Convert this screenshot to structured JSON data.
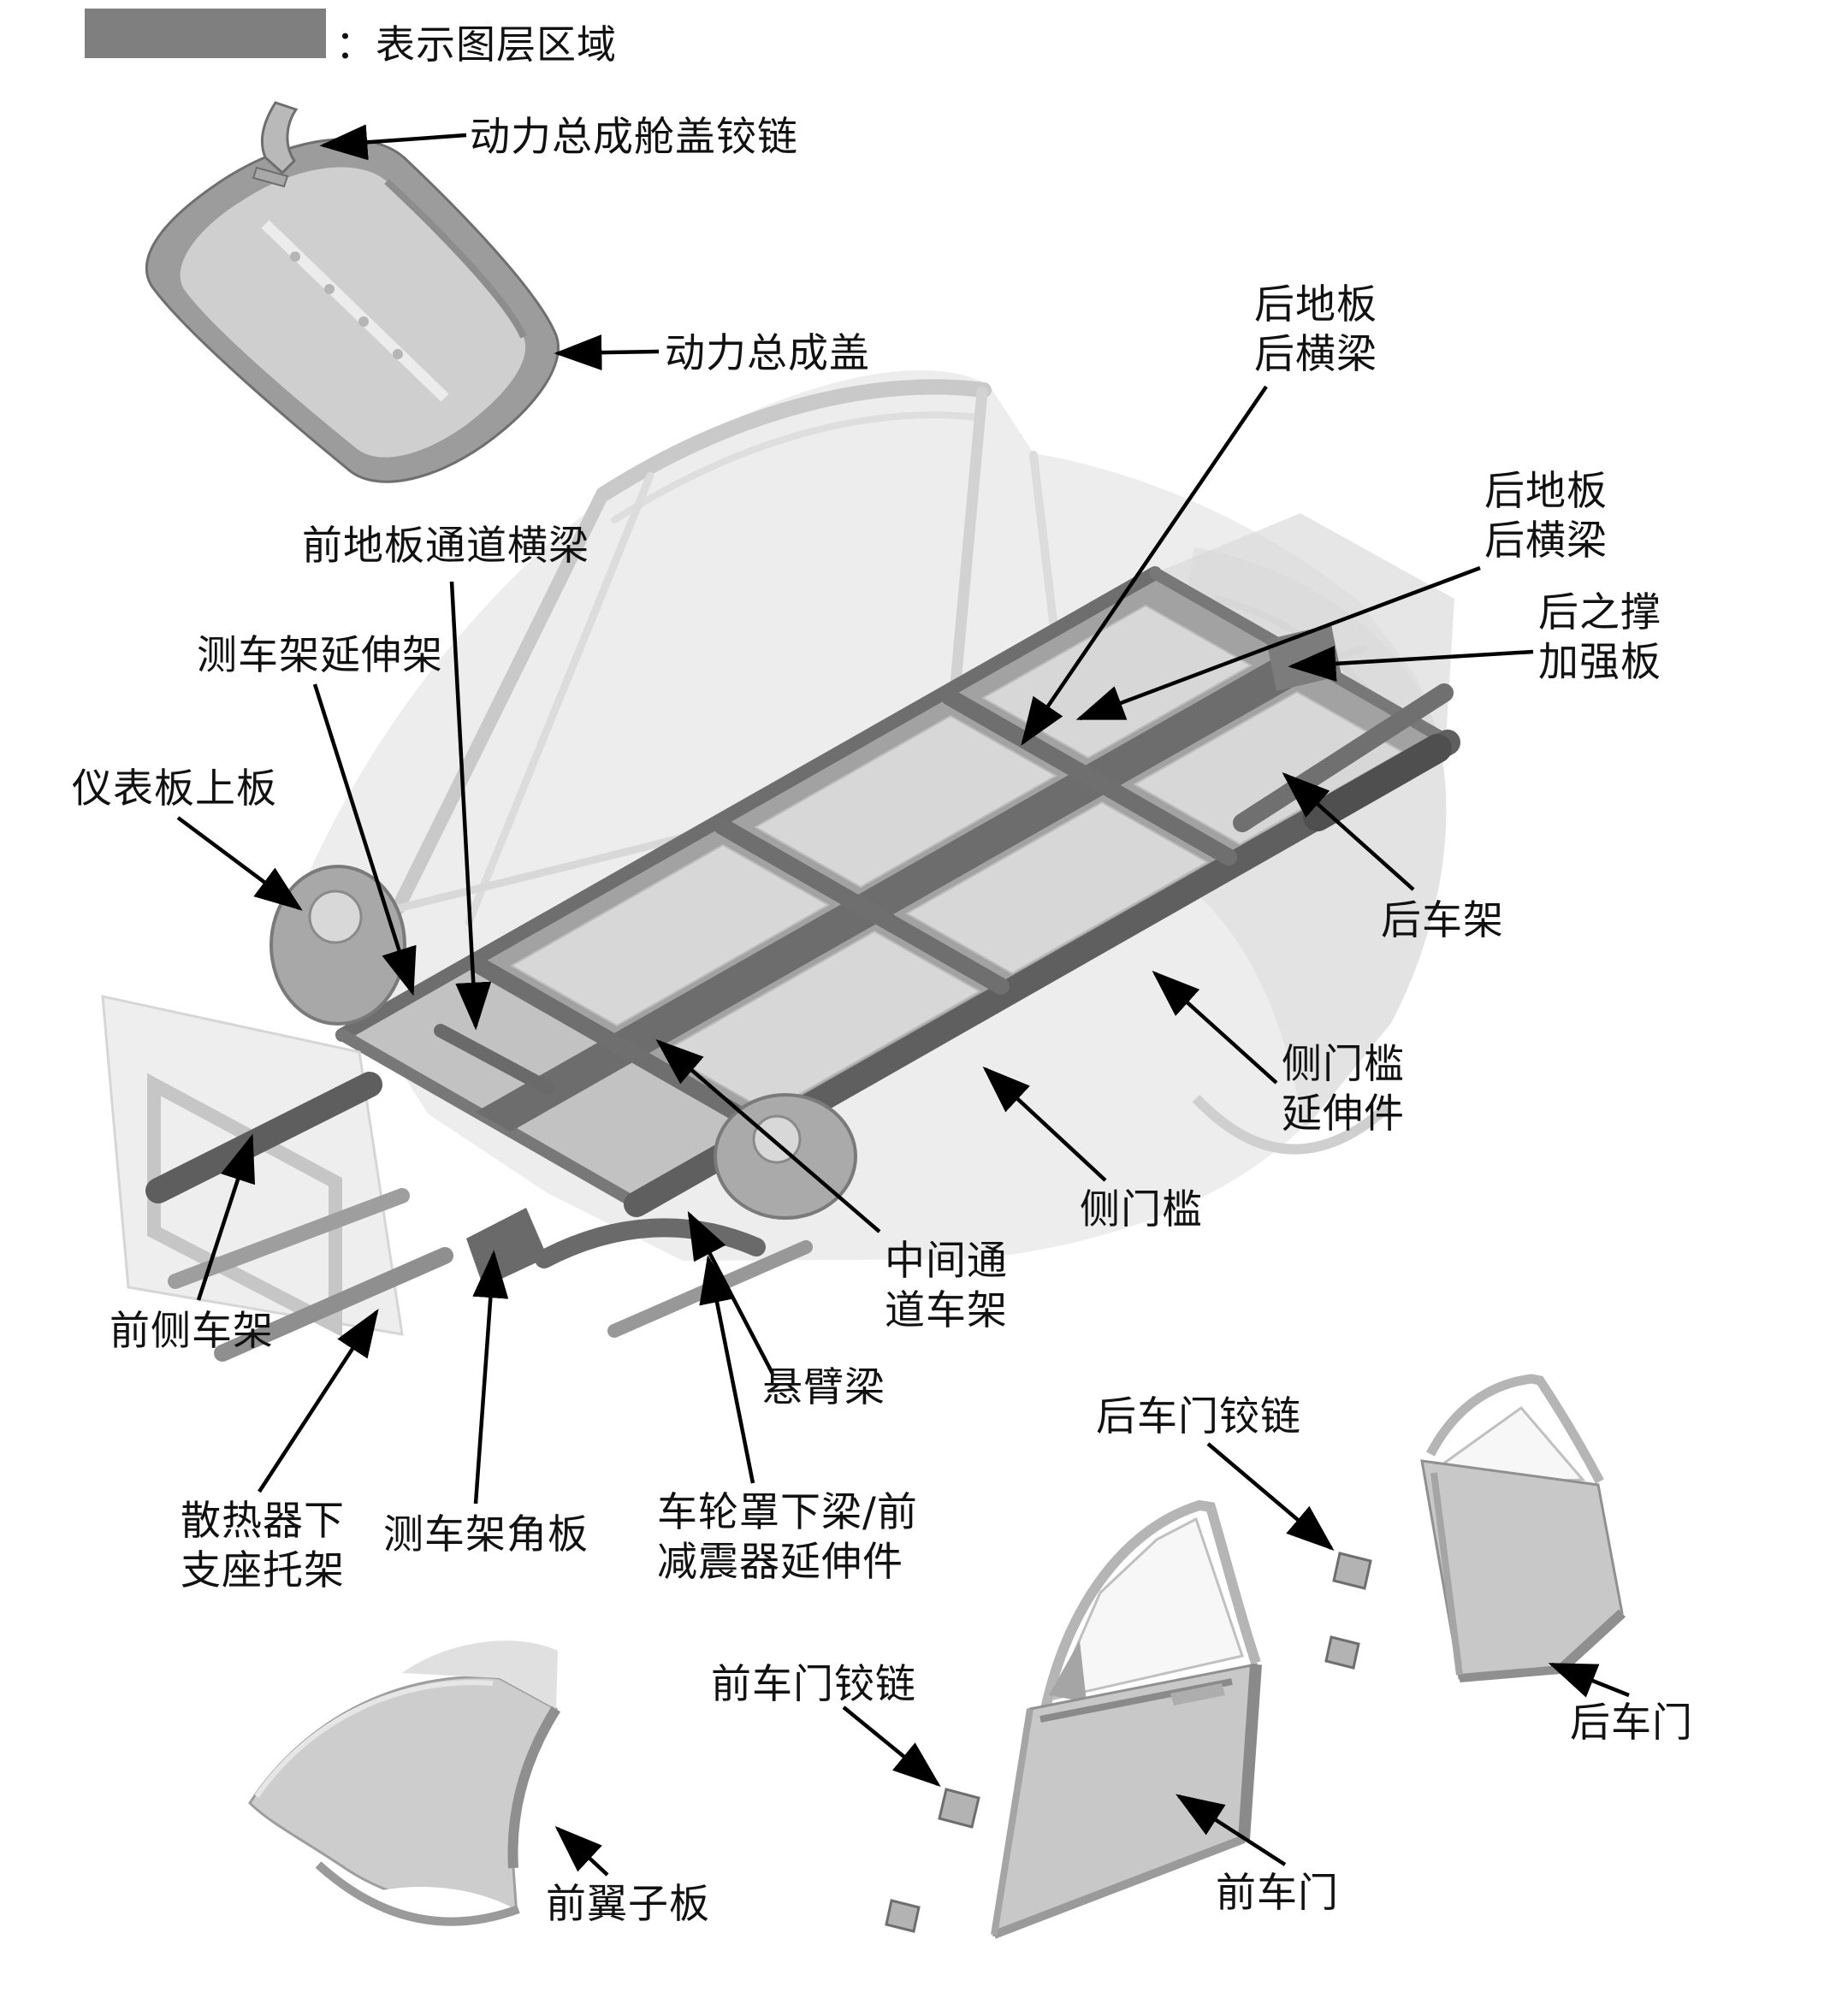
{
  "legend": {
    "swatch_color": "#7f7f7f",
    "text": "：表示图层区域"
  },
  "diagram": {
    "description": "车身板件分解示意图",
    "labels": [
      {
        "id": "powertrain-hood-hinge",
        "text": "动力总成舱盖铰链"
      },
      {
        "id": "powertrain-hood",
        "text": "动力总成盖"
      },
      {
        "id": "rear-floor-rear-crossmember-1",
        "text": "后地板\n后横梁"
      },
      {
        "id": "rear-floor-rear-crossmember-2",
        "text": "后地板\n后横梁"
      },
      {
        "id": "rear-strut-reinforcement",
        "text": "后之撑\n加强板"
      },
      {
        "id": "front-floor-tunnel-crossmember",
        "text": "前地板通道横梁"
      },
      {
        "id": "side-frame-extension",
        "text": "测车架延伸架"
      },
      {
        "id": "instrument-panel-upper",
        "text": "仪表板上板"
      },
      {
        "id": "rear-frame",
        "text": "后车架"
      },
      {
        "id": "side-sill-extension",
        "text": "侧门槛\n延伸件"
      },
      {
        "id": "side-sill",
        "text": "侧门槛"
      },
      {
        "id": "middle-tunnel-frame",
        "text": "中间通\n道车架"
      },
      {
        "id": "front-side-frame",
        "text": "前侧车架"
      },
      {
        "id": "cantilever-beam",
        "text": "悬臂梁"
      },
      {
        "id": "radiator-lower-mount-bracket",
        "text": "散热器下\n支座托架"
      },
      {
        "id": "side-frame-gusset",
        "text": "测车架角板"
      },
      {
        "id": "wheelhouse-lower-member",
        "text": "车轮罩下梁/前\n减震器延伸件"
      },
      {
        "id": "rear-door-hinge",
        "text": "后车门铰链"
      },
      {
        "id": "front-door-hinge",
        "text": "前车门铰链"
      },
      {
        "id": "rear-door",
        "text": "后车门"
      },
      {
        "id": "front-door",
        "text": "前车门"
      },
      {
        "id": "front-fender",
        "text": "前翼子板"
      }
    ],
    "colors": {
      "background": "#ffffff",
      "leader_line": "#000000",
      "label_text": "#111111",
      "body_ghost": "#ededed",
      "body_panel": "#c8c8c8",
      "frame_dark": "#6e6e6e"
    }
  }
}
